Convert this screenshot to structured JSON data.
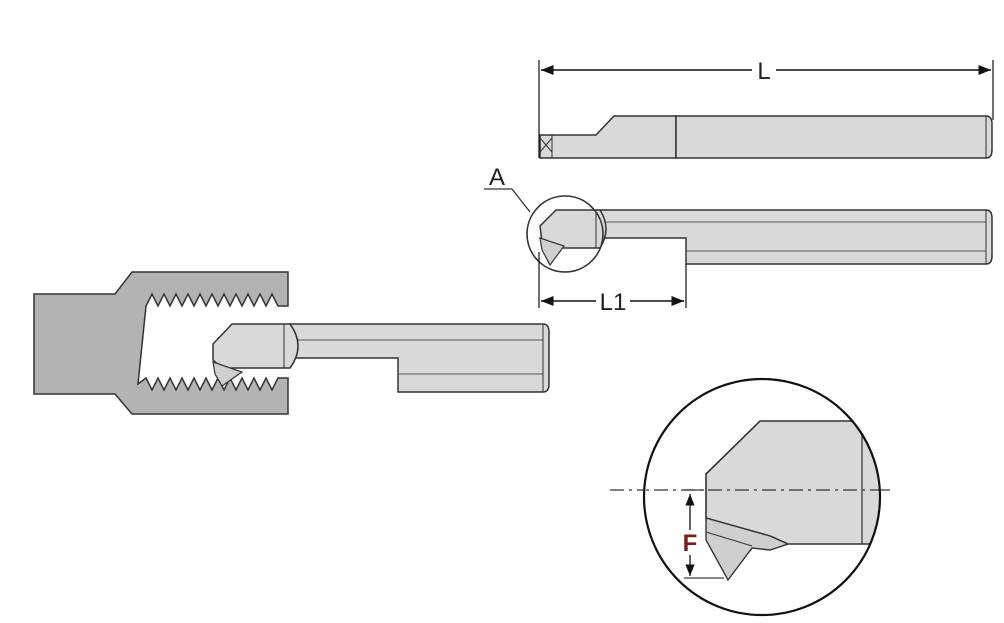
{
  "labels": {
    "length": "L",
    "reach": "L1",
    "detail": "A",
    "height": "F"
  },
  "colors": {
    "tool_fill": "#d9d9d9",
    "tool_fill_dark": "#c8c8c8",
    "workpiece_fill": "#b3b3b3",
    "outline": "#333333",
    "dim_line": "#111111",
    "height_label": "#7a1f1f"
  }
}
